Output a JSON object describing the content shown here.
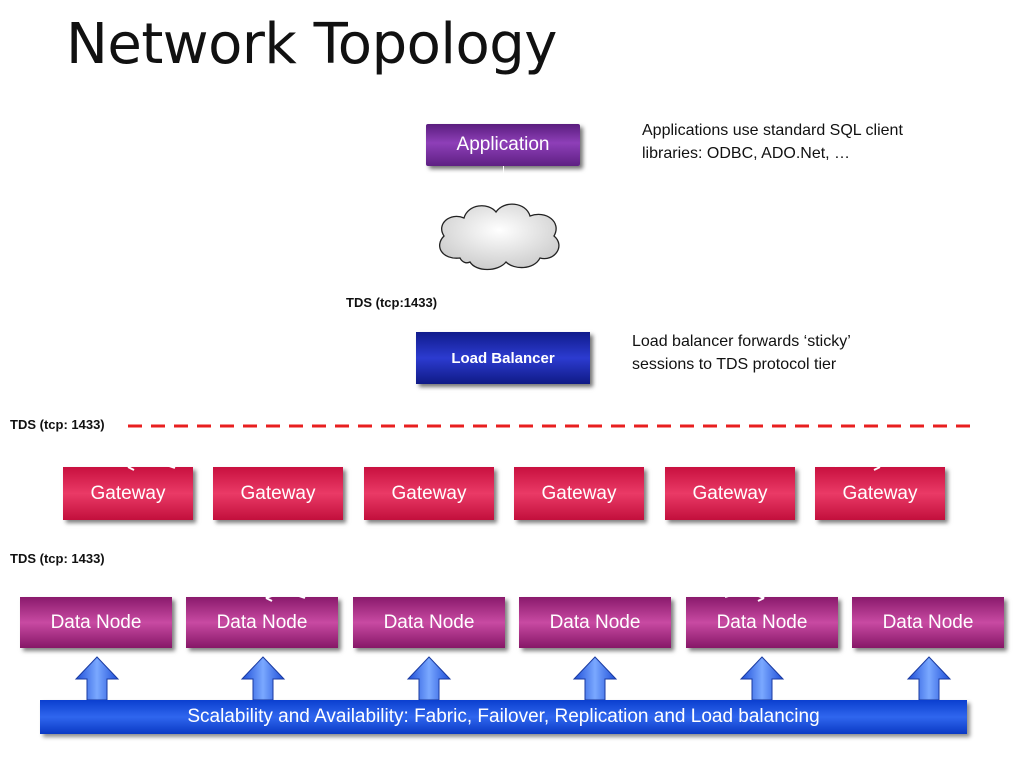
{
  "title": "Network Topology",
  "application": {
    "label": "Application"
  },
  "application_note": {
    "line1": "Applications use standard SQL client",
    "line2": "libraries: ODBC, ADO.Net, …"
  },
  "cloud_icon": "cloud-icon",
  "tds_top": "TDS (tcp:1433)",
  "load_balancer": {
    "label": "Load Balancer"
  },
  "load_balancer_note": {
    "line1": "Load balancer forwards ‘sticky’",
    "line2": "sessions to TDS protocol tier"
  },
  "tds_gateway": "TDS (tcp: 1433)",
  "gateways": [
    "Gateway",
    "Gateway",
    "Gateway",
    "Gateway",
    "Gateway",
    "Gateway"
  ],
  "tds_datanode": "TDS (tcp: 1433)",
  "data_nodes": [
    "Data Node",
    "Data Node",
    "Data Node",
    "Data Node",
    "Data Node",
    "Data Node"
  ],
  "fabric_bar": "Scalability and Availability: Fabric, Failover, Replication and Load balancing",
  "colors": {
    "application": "#7b2fa6",
    "load_balancer": "#1a27b0",
    "gateway": "#e0245a",
    "data_node": "#b0358a",
    "fabric": "#1c52e0",
    "dashed_line": "#e81f1f"
  }
}
